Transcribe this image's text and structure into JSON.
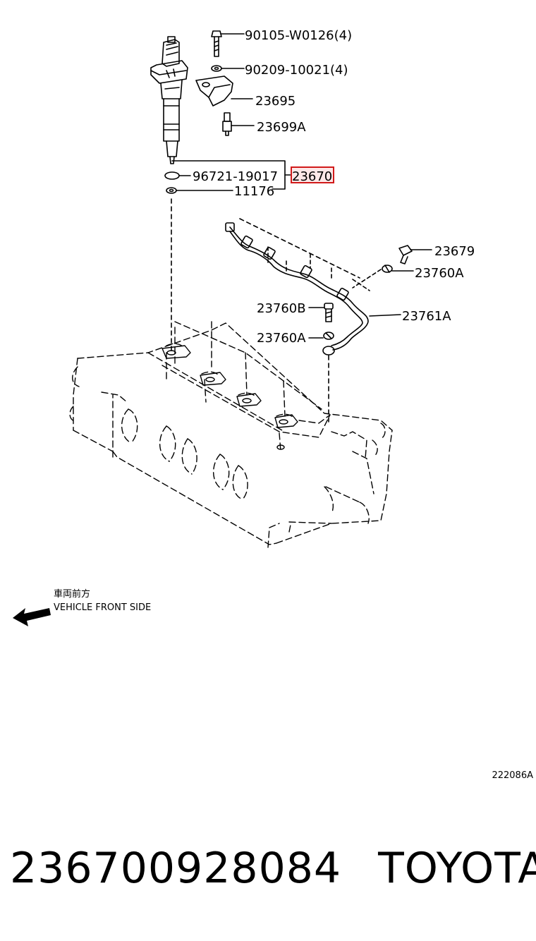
{
  "callouts": [
    {
      "id": "bolt",
      "text": "90105-W0126(4)"
    },
    {
      "id": "washer",
      "text": "90209-10021(4)"
    },
    {
      "id": "clamp",
      "text": "23695"
    },
    {
      "id": "union-bolt-top",
      "text": "23699A"
    },
    {
      "id": "o-ring",
      "text": "96721-19017"
    },
    {
      "id": "injector-assy",
      "text": "23670",
      "highlighted": true
    },
    {
      "id": "seal-washer",
      "text": "11176"
    },
    {
      "id": "hollow-screw",
      "text": "23679"
    },
    {
      "id": "gasket-upper",
      "text": "23760A"
    },
    {
      "id": "union-bolt",
      "text": "23760B"
    },
    {
      "id": "gasket-lower",
      "text": "23760A"
    },
    {
      "id": "leak-pipe",
      "text": "23761A"
    }
  ],
  "direction": {
    "jp_text": "車両前方",
    "en_text": "VEHICLE FRONT SIDE"
  },
  "figure_code": "222086A",
  "footer": {
    "part_number": "236700928084",
    "brand": "TOYOTA"
  },
  "colors": {
    "highlight": "#d11a1a",
    "highlight_fill": "#fde8e8",
    "ink": "#000000"
  },
  "icons": [
    "arrow-left-icon"
  ]
}
